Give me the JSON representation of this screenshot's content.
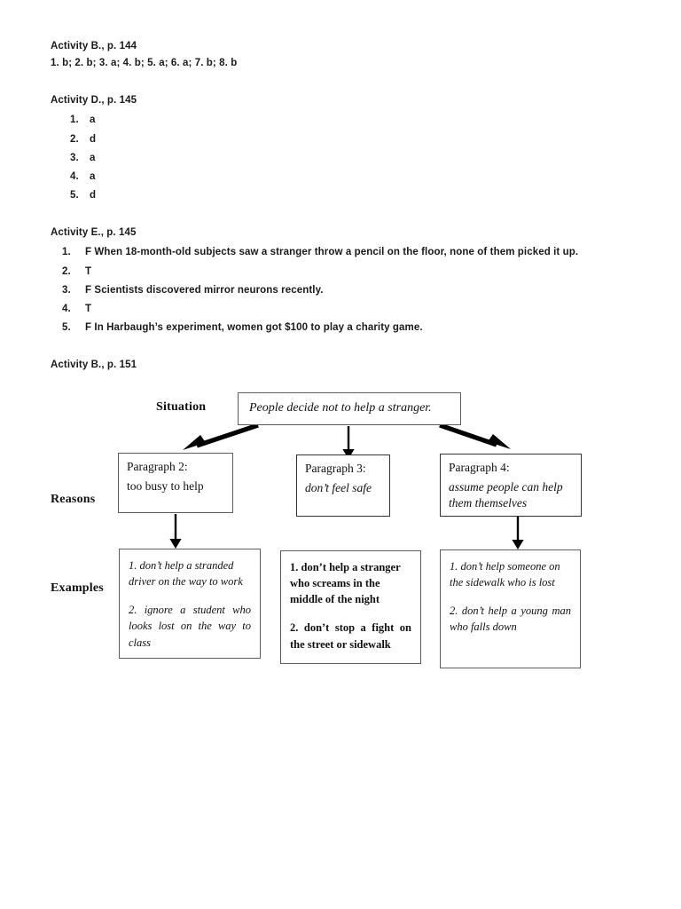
{
  "worksheet": {
    "sections": [
      {
        "heading": "Activity B., p. 144",
        "inline_answers": "1. b; 2. b; 3. a; 4. b; 5. a; 6. a; 7. b; 8. b"
      },
      {
        "heading": "Activity D., p. 145",
        "items": [
          {
            "num": "1.",
            "text": "a"
          },
          {
            "num": "2.",
            "text": "d"
          },
          {
            "num": "3.",
            "text": "a"
          },
          {
            "num": "4.",
            "text": "a"
          },
          {
            "num": "5.",
            "text": "d"
          }
        ]
      },
      {
        "heading": "Activity E., p. 145",
        "items": [
          {
            "num": "1.",
            "text": "F When 18-month-old subjects saw a stranger throw a pencil on the floor, none of them picked it up."
          },
          {
            "num": "2.",
            "text": "T"
          },
          {
            "num": "3.",
            "text": "F Scientists discovered mirror neurons recently."
          },
          {
            "num": "4.",
            "text": "T"
          },
          {
            "num": "5.",
            "text": "F In Harbaugh’s experiment, women got $100 to play a charity game."
          }
        ]
      },
      {
        "heading": "Activity B., p. 151"
      }
    ]
  },
  "diagram": {
    "row_labels": {
      "situation": "Situation",
      "reasons": "Reasons",
      "examples": "Examples"
    },
    "situation": {
      "text": "People decide not to help a stranger."
    },
    "reasons": [
      {
        "title": "Paragraph 2:",
        "body": "too busy to help"
      },
      {
        "title": "Paragraph 3:",
        "body": "don’t feel safe"
      },
      {
        "title": "Paragraph 4:",
        "body": "assume people can help them themselves"
      }
    ],
    "examples": [
      {
        "items": [
          "1. don’t help a stranded driver on the way to work",
          "2. ignore a student who looks lost on the way to class"
        ]
      },
      {
        "items": [
          "1. don’t help a stranger who screams in the middle of the night",
          "2. don’t stop a fight on the street or sidewalk"
        ]
      },
      {
        "items": [
          "1. don’t help someone on the sidewalk who is lost",
          "2. don’t help a young man who falls down"
        ]
      }
    ]
  },
  "colors": {
    "page_background": "#ffffff",
    "text": "#1a1a1a",
    "box_border": "#5e5e5e",
    "arrow": "#000000"
  }
}
